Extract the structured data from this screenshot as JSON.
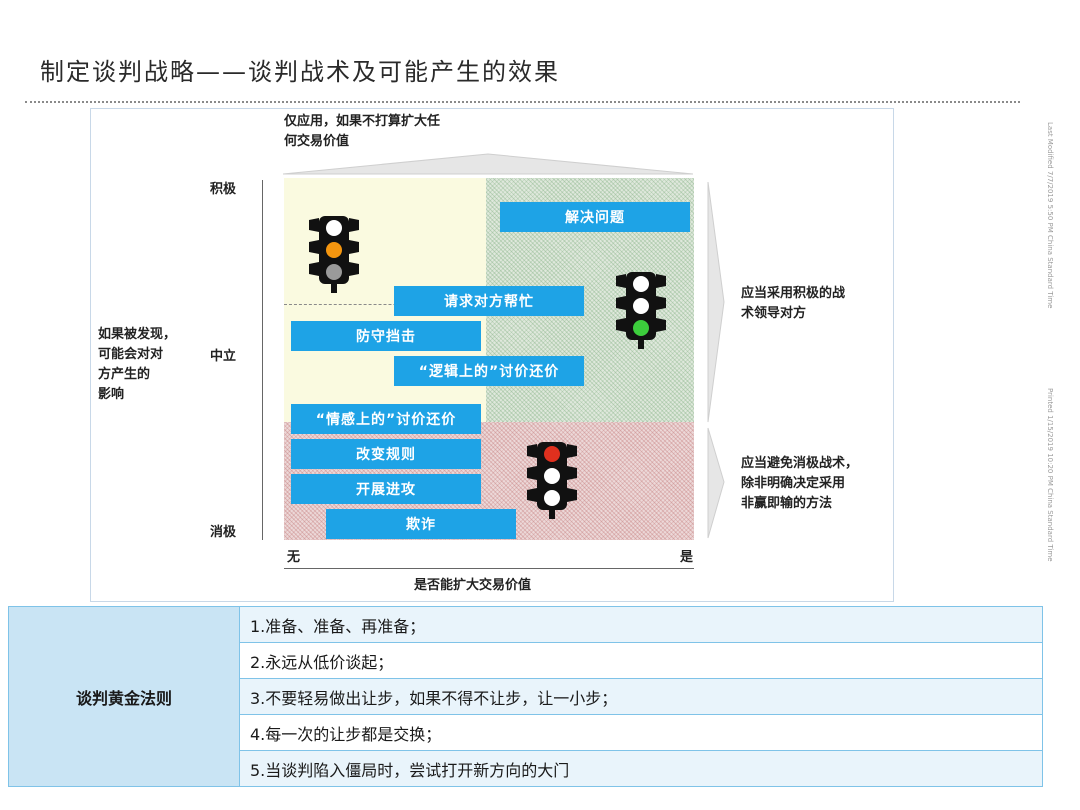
{
  "title": "制定谈判战略——谈判战术及可能产生的效果",
  "diagram": {
    "top_note": [
      "仅应用，如果不打算扩大任",
      "何交易价值"
    ],
    "y_levels": {
      "top": "积极",
      "mid": "中立",
      "bottom": "消极"
    },
    "left_note": [
      "如果被发现，",
      "可能会对对",
      "方产生的",
      "影响"
    ],
    "x_ends": {
      "left": "无",
      "right": "是"
    },
    "x_axis_title": "是否能扩大交易价值",
    "right_note_top": [
      "应当采用积极的战",
      "术领导对方"
    ],
    "right_note_bottom": [
      "应当避免消极战术，",
      "除非明确决定采用",
      "非赢即输的方法"
    ],
    "tactics": [
      "解决问题",
      "请求对方帮忙",
      "防守挡击",
      "“逻辑上的”讨价还价",
      "“情感上的”讨价还价",
      "改变规则",
      "开展进攻",
      "欺诈"
    ],
    "traffic_lights": [
      {
        "name": "yellow-zone-light",
        "lamps": [
          "#ffffff",
          "#f5960f",
          "#9a9a9a"
        ]
      },
      {
        "name": "green-zone-light",
        "lamps": [
          "#ffffff",
          "#ffffff",
          "#3ccd3c"
        ]
      },
      {
        "name": "red-zone-light",
        "lamps": [
          "#e0301e",
          "#ffffff",
          "#ffffff"
        ]
      }
    ],
    "colors": {
      "box": "#1ea3e6",
      "yellow_zone": "#fafae0",
      "green_zone": "#dfe8dc",
      "red_zone": "#ecd8d8"
    }
  },
  "side_stamps": [
    "Last Modified 7/7/2019 5:50 PM China Standard Time",
    "Printed 1/15/2019 10:20 PM China Standard Time"
  ],
  "rules_table": {
    "header": "谈判黄金法则",
    "rows": [
      "1.准备、准备、再准备；",
      "2.永远从低价谈起；",
      "3.不要轻易做出让步，如果不得不让步，让一小步；",
      "4.每一次的让步都是交换；",
      "5.当谈判陷入僵局时，尝试打开新方向的大门"
    ]
  }
}
